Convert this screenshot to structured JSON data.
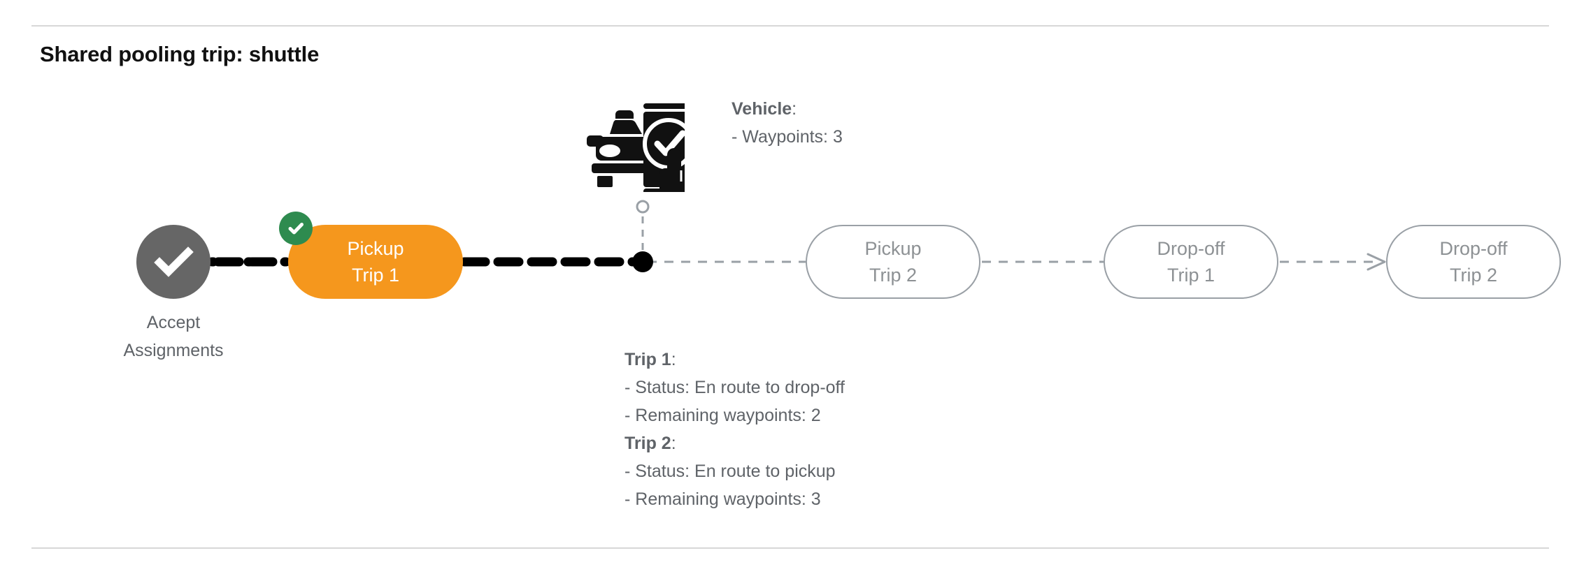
{
  "page": {
    "title": "Shared pooling trip: shuttle",
    "background": "#ffffff",
    "divider_color": "#d7d7d7"
  },
  "colors": {
    "active_pill": "#f5971d",
    "active_pill_text": "#ffffff",
    "pending_pill_border": "#9aa0a6",
    "pending_pill_text": "#8d9194",
    "completed_badge": "#2e8b4f",
    "accept_circle": "#666666",
    "body_text": "#5f6368",
    "completed_path": "#000000",
    "pending_path": "#9aa0a6"
  },
  "flow": {
    "start_node": {
      "icon": "check-circle-icon",
      "label": "Accept\nAssignments",
      "state": "completed"
    },
    "steps": [
      {
        "label": "Pickup\nTrip 1",
        "state": "active",
        "badge": "completed-check"
      },
      {
        "label": "Pickup\nTrip 2",
        "state": "pending",
        "badge": null
      },
      {
        "label": "Drop-off\nTrip 1",
        "state": "pending",
        "badge": null
      },
      {
        "label": "Drop-off\nTrip 2",
        "state": "pending",
        "badge": null
      }
    ]
  },
  "vehicle": {
    "icon": "vehicle-phone-check-icon",
    "label": "Vehicle",
    "label_suffix": ":",
    "details": [
      "- Waypoints: 3"
    ],
    "marker": "vehicle-position-marker"
  },
  "trips": [
    {
      "label": "Trip 1",
      "label_suffix": ":",
      "status_line": "- Status:  En route to drop-off",
      "waypoints_line": "- Remaining waypoints: 2"
    },
    {
      "label": "Trip 2",
      "label_suffix": ":",
      "status_line": "- Status:  En route to pickup",
      "waypoints_line": "- Remaining waypoints: 3"
    }
  ]
}
